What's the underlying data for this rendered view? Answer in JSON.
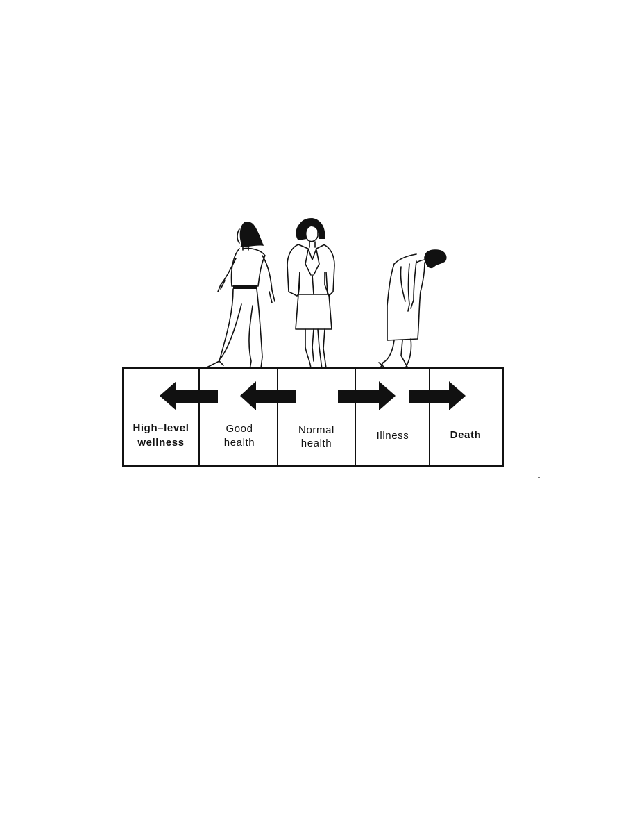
{
  "continuum": {
    "stages": [
      {
        "line1": "High–level",
        "line2": "wellness",
        "bold": true
      },
      {
        "line1": "Good",
        "line2": "health",
        "bold": false
      },
      {
        "line1": "Normal",
        "line2": "health",
        "bold": false
      },
      {
        "line1": "Illness",
        "line2": "",
        "bold": false
      },
      {
        "line1": "Death",
        "line2": "",
        "bold": true
      }
    ],
    "arrows": [
      "left",
      "left",
      "right",
      "right"
    ],
    "figures": [
      "walking-woman-figure",
      "standing-woman-figure",
      "stooped-woman-figure"
    ]
  }
}
